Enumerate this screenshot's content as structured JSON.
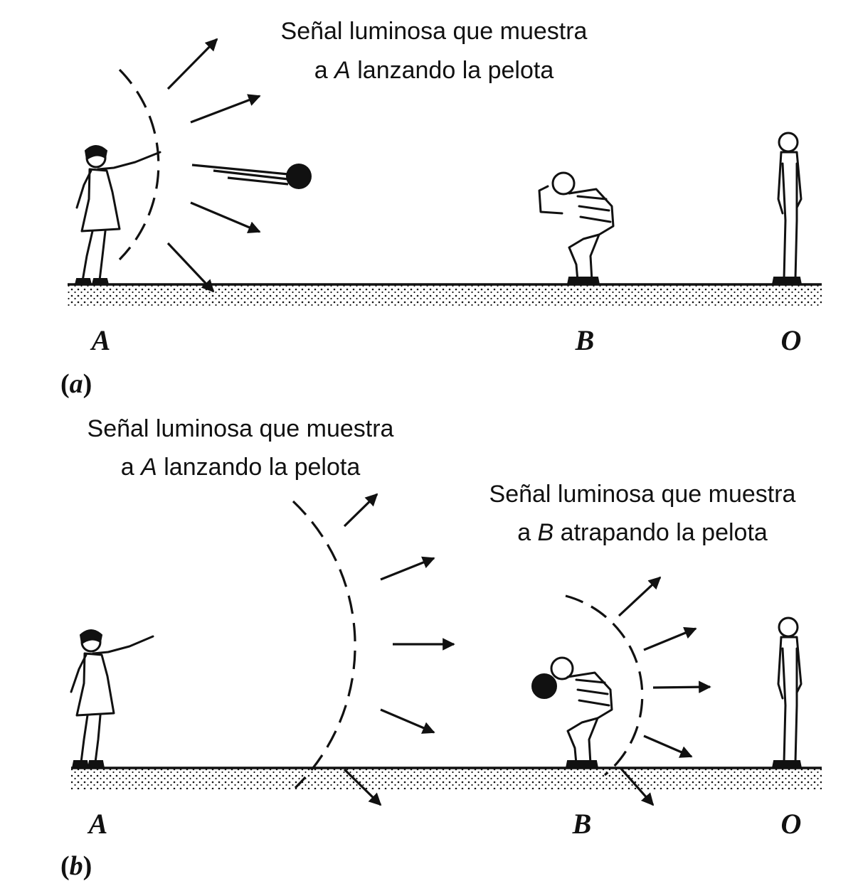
{
  "panel_a": {
    "caption_line1": "Señal luminosa que muestra",
    "caption_line2_prefix": "a ",
    "caption_line2_var": "A",
    "caption_line2_suffix": " lanzando la pelota",
    "label_A": "A",
    "label_B": "B",
    "label_O": "O",
    "panel_label_open": "(",
    "panel_label_letter": "a",
    "panel_label_close": ")"
  },
  "panel_b": {
    "caption_left_line1": "Señal luminosa que muestra",
    "caption_left_line2_prefix": "a ",
    "caption_left_line2_var": "A",
    "caption_left_line2_suffix": " lanzando la pelota",
    "caption_right_line1": "Señal luminosa que muestra",
    "caption_right_line2_prefix": "a ",
    "caption_right_line2_var": "B",
    "caption_right_line2_suffix": " atrapando la pelota",
    "label_A": "A",
    "label_B": "B",
    "label_O": "O",
    "panel_label_open": "(",
    "panel_label_letter": "b",
    "panel_label_close": ")"
  },
  "icons": {
    "thrower": "girl-throwing-ball-figure",
    "catcher": "crouching-catcher-figure",
    "observer": "standing-observer-figure",
    "ball": "ball-icon",
    "arrow": "light-ray-arrow"
  }
}
